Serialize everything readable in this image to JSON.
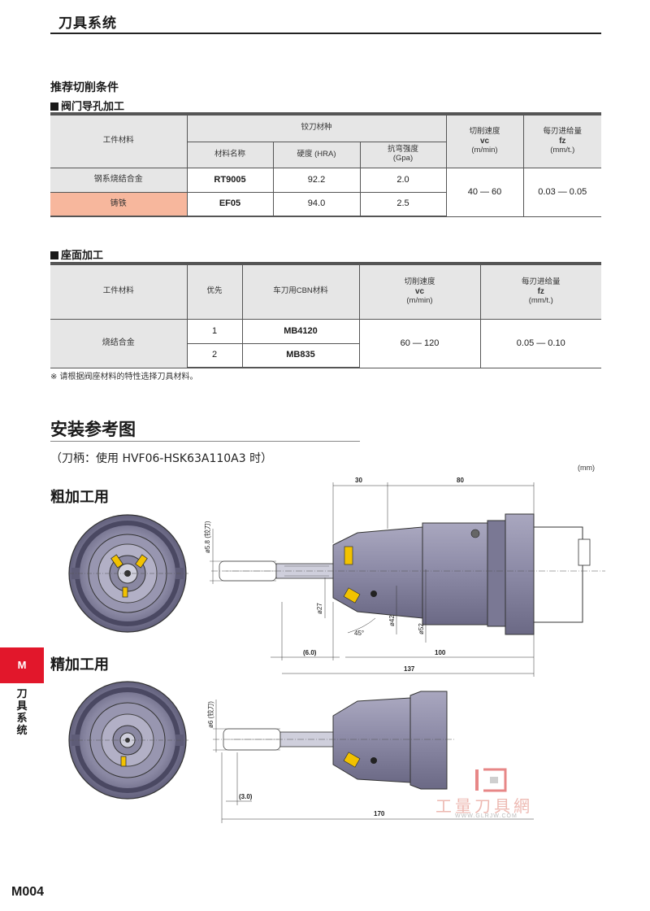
{
  "header": {
    "title": "刀具系统"
  },
  "section": {
    "title": "推荐切削条件"
  },
  "table1": {
    "title": "阀门导孔加工",
    "col_workpiece": "工件材料",
    "col_reamer": "铰刀材种",
    "col_name": "材料名称",
    "col_hardness": "硬度 (HRA)",
    "col_strength_1": "抗弯强度",
    "col_strength_2": "(Gpa)",
    "col_speed_1": "切削速度",
    "col_speed_sym": "vc",
    "col_speed_unit": "(m/min)",
    "col_feed_1": "每刃进给量",
    "col_feed_sym": "fz",
    "col_feed_unit": "(mm/t.)",
    "rows": [
      {
        "workpiece": "钢系烧结合金",
        "name": "RT9005",
        "hardness": "92.2",
        "strength": "2.0"
      },
      {
        "workpiece": "铸铁",
        "name": "EF05",
        "hardness": "94.0",
        "strength": "2.5"
      }
    ],
    "speed": "40 — 60",
    "feed": "0.03 — 0.05"
  },
  "table2": {
    "title": "座面加工",
    "col_workpiece": "工件材料",
    "col_priority": "优先",
    "col_cbn": "车刀用CBN材料",
    "col_speed_1": "切削速度",
    "col_speed_sym": "vc",
    "col_speed_unit": "(m/min)",
    "col_feed_1": "每刃进给量",
    "col_feed_sym": "fz",
    "col_feed_unit": "(mm/t.)",
    "workpiece": "烧结合金",
    "rows": [
      {
        "priority": "1",
        "material": "MB4120"
      },
      {
        "priority": "2",
        "material": "MB835"
      }
    ],
    "speed": "60 — 120",
    "feed": "0.05 — 0.10"
  },
  "note": "※ 请根据阀座材料的特性选择刀具材料。",
  "install": {
    "title": "安装参考图",
    "subtitle": "（刀柄：使用 HVF06-HSK63A110A3 时）",
    "unit": "(mm)"
  },
  "rough": {
    "title": "粗加工用",
    "dims": {
      "d30": "30",
      "d80": "80",
      "d58": "ø5.8 (铰刀)",
      "d27": "ø27",
      "d42": "ø42",
      "d52": "ø52",
      "a45": "45°",
      "d6": "(6.0)",
      "d100": "100",
      "d137": "137"
    }
  },
  "finish": {
    "title": "精加工用",
    "dims": {
      "d6": "ø6 (铰刀)",
      "d3": "(3.0)",
      "d170": "170"
    }
  },
  "side": {
    "tab": "M",
    "text": "刀具系统"
  },
  "page": {
    "number": "M004"
  },
  "watermark": {
    "text": "工量刀具網",
    "url": "WWW.GLRJW.COM"
  },
  "colors": {
    "tab": "#e2172b",
    "highlight": "#f7b79d",
    "tool_body": "#8e8ca8"
  }
}
